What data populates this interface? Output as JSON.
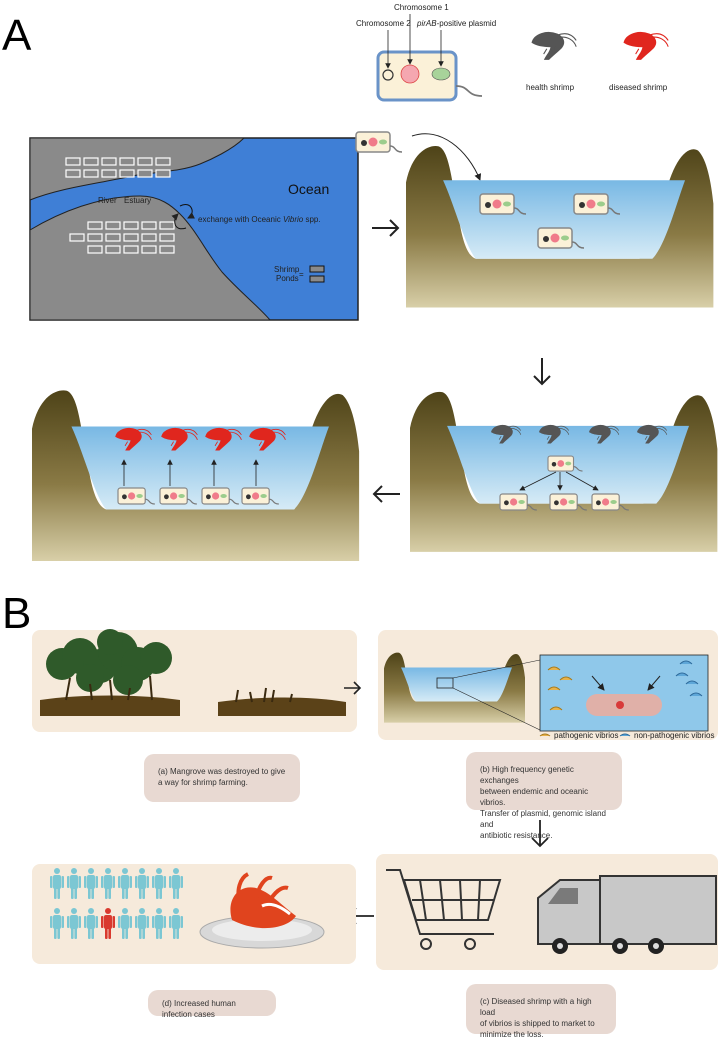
{
  "panel_a": {
    "letter": "A",
    "legend": {
      "chromosome1": "Chromosome 1",
      "chromosome2": "Chromosome 2",
      "plasmid_italic": "pirAB",
      "plasmid_rest": "-positive plasmid",
      "healthy": "health shrimp",
      "diseased": "diseased shrimp"
    },
    "map": {
      "ocean": "Ocean",
      "river": "River",
      "estuary": "Estuary",
      "exchange_prefix": "exchange with Oceanic ",
      "exchange_italic": "Vibrio",
      "exchange_suffix": " spp.",
      "ponds_line1": "Shrimp",
      "ponds_line2": "Ponds",
      "equals": "="
    }
  },
  "panel_b": {
    "letter": "B",
    "legend_pathogenic": "pathogenic vibrios",
    "legend_nonpathogenic": "non-pathogenic vibrios",
    "captions": {
      "a": "(a) Mangrove was destroyed to give\na way for shrimp farming.",
      "b": "(b) High frequency genetic exchanges\nbetween endemic and oceanic vibrios.\nTransfer of plasmid, genomic island and\nantibiotic resistance.",
      "c": "(c) Diseased shrimp with a high load\nof vibrios is shipped to market to\nminimize the loss.",
      "d": "(d) Increased human infection cases"
    }
  },
  "colors": {
    "ocean": "#3f7fd6",
    "land": "#8a8a8a",
    "pond_water": "#8fc8ea",
    "cliff": "#5a4a20",
    "panel_bg": "#f6eadb",
    "caption_bg": "#e8d9d2",
    "shrimp_healthy": "#555555",
    "shrimp_diseased": "#e0261e",
    "human": "#7cc7d3",
    "human_infected": "#d93a2e"
  }
}
